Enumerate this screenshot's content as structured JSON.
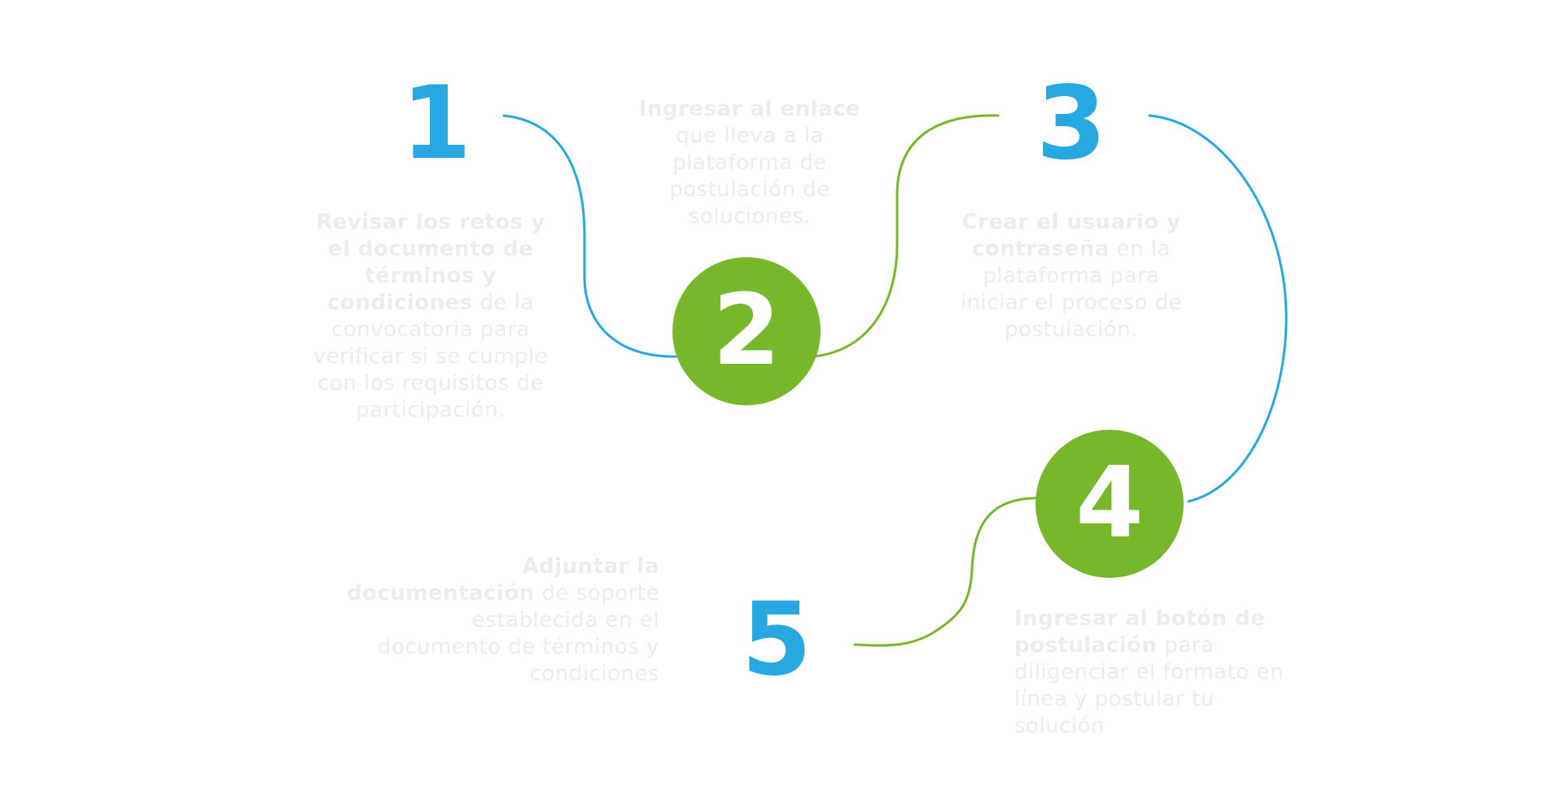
{
  "colors": {
    "blue": "#28a8e0",
    "green": "#76b82a",
    "text": "#ececec",
    "background": "#ffffff"
  },
  "steps": [
    {
      "number": "1",
      "shape": "plain",
      "color": "blue",
      "bold": "Revisar los retos y el documento de términos y condiciones",
      "text": " de la convocatoria para verificar si se cumple con los requisitos de participación."
    },
    {
      "number": "2",
      "shape": "circle",
      "color": "green",
      "bold": "Ingresar al enlace",
      "text": " que lleva a la plataforma de postulación de soluciones."
    },
    {
      "number": "3",
      "shape": "plain",
      "color": "blue",
      "bold": "Crear el usuario y contraseña",
      "text": " en la plataforma para iniciar el proceso de postulación."
    },
    {
      "number": "4",
      "shape": "circle",
      "color": "green",
      "bold": "Ingresar al botón de postulación",
      "text": " para diligenciar el formato en línea y postular tu solución"
    },
    {
      "number": "5",
      "shape": "plain",
      "color": "blue",
      "bold": "Adjuntar la documentación",
      "text": " de soporte establecida en el documento de términos y condiciones"
    }
  ],
  "connectors": [
    {
      "from": "1",
      "to": "2",
      "color": "blue"
    },
    {
      "from": "2",
      "to": "3",
      "color": "green"
    },
    {
      "from": "3",
      "to": "4",
      "color": "blue"
    },
    {
      "from": "4",
      "to": "5",
      "color": "green"
    }
  ]
}
